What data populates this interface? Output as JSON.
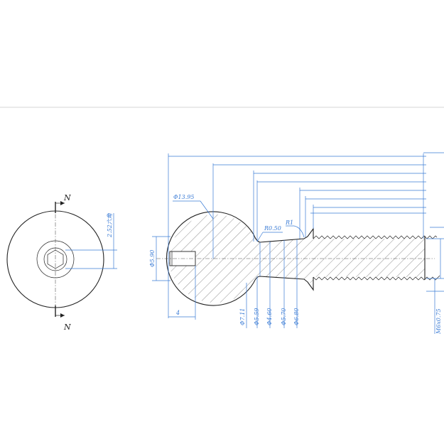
{
  "section_label": "N",
  "dimensions": {
    "ball_dia": "Φ13.95",
    "hole_dia": "Φ5.90",
    "hole_depth": "4",
    "neck_radius": "R0.50",
    "shoulder_radius": "R1",
    "hex_size": "2.52六角",
    "dia_711": "Φ7.11",
    "dia_559": "Φ5.59",
    "dia_460": "Φ4.60",
    "dia_570": "Φ5.70",
    "dia_680": "Φ6.80",
    "thread": "M6x0.75"
  },
  "colors": {
    "dimension": "#3a7bd5",
    "outline": "#222222",
    "border": "#cccccc"
  }
}
